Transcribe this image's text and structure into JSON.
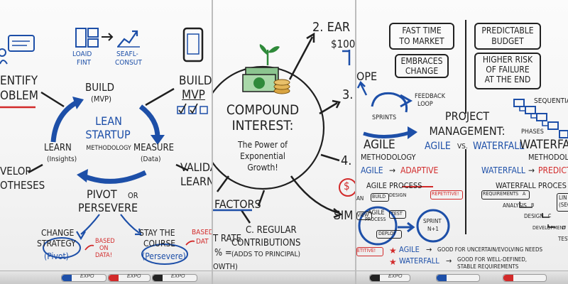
{
  "panel1": {
    "identify": [
      "ENTIFY",
      "OBLEM"
    ],
    "build_top": [
      "BUILD",
      "(MVP)"
    ],
    "build_mvp": [
      "BUILD",
      "MVP"
    ],
    "center": [
      "LEAN",
      "STARTUP",
      "METHODOLOGY"
    ],
    "learn": [
      "LEARN",
      "(Insights)"
    ],
    "measure": [
      "MEASURE",
      "(Data)"
    ],
    "develop": [
      "VELOP",
      "OTHESES"
    ],
    "validate": [
      "VALIDA",
      "LEARN"
    ],
    "pivot": [
      "PIVOT",
      "OR",
      "PERSEVERE"
    ],
    "change": [
      "CHANGE",
      "STRATEGY",
      "(Pivot)"
    ],
    "based1": [
      "BASED",
      "ON",
      "DATA!"
    ],
    "stay": [
      "STAY THE",
      "COURSE",
      "(Persevere)"
    ],
    "based2": [
      "BASED",
      "DAT"
    ],
    "top_labels": [
      "LOAID",
      "FINT",
      "SEAFL-",
      "CONSUT"
    ]
  },
  "panel2": {
    "earn": [
      "2. EAR",
      "$100"
    ],
    "three": "3.",
    "four": "4.",
    "title": [
      "COMPOUND",
      "INTEREST:"
    ],
    "subtitle": [
      "The Power of",
      "Exponential",
      "Growth!"
    ],
    "factors": "FACTORS",
    "regular": [
      "C. REGULAR",
      "CONTRIBUTIONS",
      "(ADDS TO PRINCIPAL)"
    ],
    "rate": [
      "T RATE",
      "% =",
      "OWTH)"
    ],
    "sim": "SIM",
    "dollar": "$"
  },
  "panel3": {
    "fast": [
      "FAST TIME",
      "TO MARKET"
    ],
    "embraces": [
      "EMBRACES",
      "CHANGE"
    ],
    "predictable": [
      "PREDICTABLE",
      "BUDGET"
    ],
    "risk": [
      "HIGHER RISK",
      "OF FAILURE",
      "AT THE END"
    ],
    "scope": "OPE",
    "feedback": [
      "FEEDBACK",
      "LOOP"
    ],
    "sprints": "SPRINTS",
    "sequential": "SEQUENTIA",
    "phases": "PHASES",
    "agile_title": [
      "AGILE",
      "METHODOLOGY"
    ],
    "pm": [
      "PROJECT",
      "MANAGEMENT:"
    ],
    "vs": [
      "AGILE",
      "VS.",
      "WATERFALL"
    ],
    "waterfall_title": [
      "WATERFALL",
      "METHODOLO"
    ],
    "agile_adaptive": [
      "AGILE",
      "→",
      "ADAPTIVE"
    ],
    "waterfall_predict": [
      "WATERFALL",
      "→",
      "PREDICT"
    ],
    "agile_process": "AGILE PROCESS",
    "waterfall_process": "WATERFALL PROCES",
    "ap_nodes": [
      "BUILD",
      "DESIGN",
      "AGILE",
      "PROCESS",
      "TEST",
      "DEPLOY",
      "VIEW",
      "AN"
    ],
    "repetitive": "REPETITIVE!",
    "repetitive2": "ETITIVE!",
    "sprint_n": [
      "SPRINT",
      "N+1"
    ],
    "wf_steps": [
      "REQUIREMENTS",
      "ANALYSIS",
      "DESIGN",
      "DEVELOPMENT",
      "TEST"
    ],
    "wf_step_marks": [
      "A",
      "B",
      "C",
      "D"
    ],
    "wf_side": [
      "LIN",
      "(SEQ"
    ],
    "bottom_agile": [
      "AGILE",
      "→",
      "GOOD FOR UNCERTAIN/EVOLVING NEEDS"
    ],
    "bottom_waterfall": [
      "WATERFALL",
      "→",
      "GOOD FOR WELL-DEFINED,",
      "STABLE REQUIREMENTS"
    ]
  },
  "markers": [
    "EXPO",
    "EXPO",
    "EXPO",
    "EXPO"
  ],
  "colors": {
    "black": "#1f1f1f",
    "blue": "#1d4fa8",
    "red": "#d22a2a",
    "green": "#2f8a3a"
  }
}
